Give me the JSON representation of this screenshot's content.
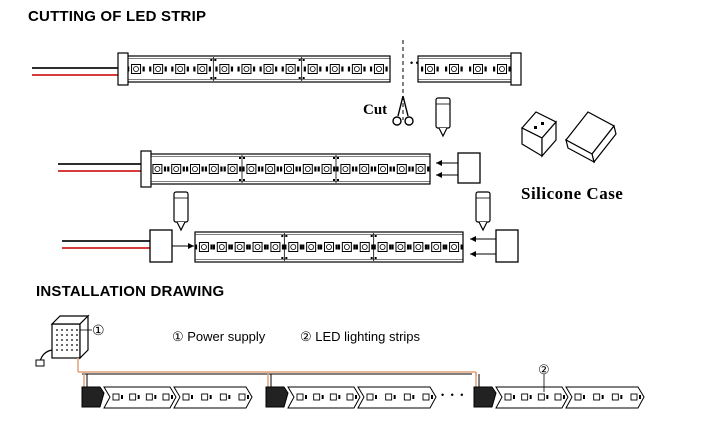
{
  "titles": {
    "cutting": "CUTTING OF LED STRIP",
    "installation": "INSTALLATION DRAWING"
  },
  "labels": {
    "cut": "Cut",
    "silicone_case": "Silicone Case",
    "power_supply_marker": "①",
    "led_strip_marker": "②",
    "ellipsis": "• • •"
  },
  "legend": {
    "power_supply": "① Power supply",
    "led_strips": "② LED lighting strips"
  },
  "colors": {
    "wire_red": "#d21f1f",
    "wire_black": "#111111",
    "install_wire": "#e3a07a",
    "line": "#000000"
  },
  "icons": {
    "scissors": "scissors-icon",
    "glue_tube": "glue-tube-icon"
  }
}
